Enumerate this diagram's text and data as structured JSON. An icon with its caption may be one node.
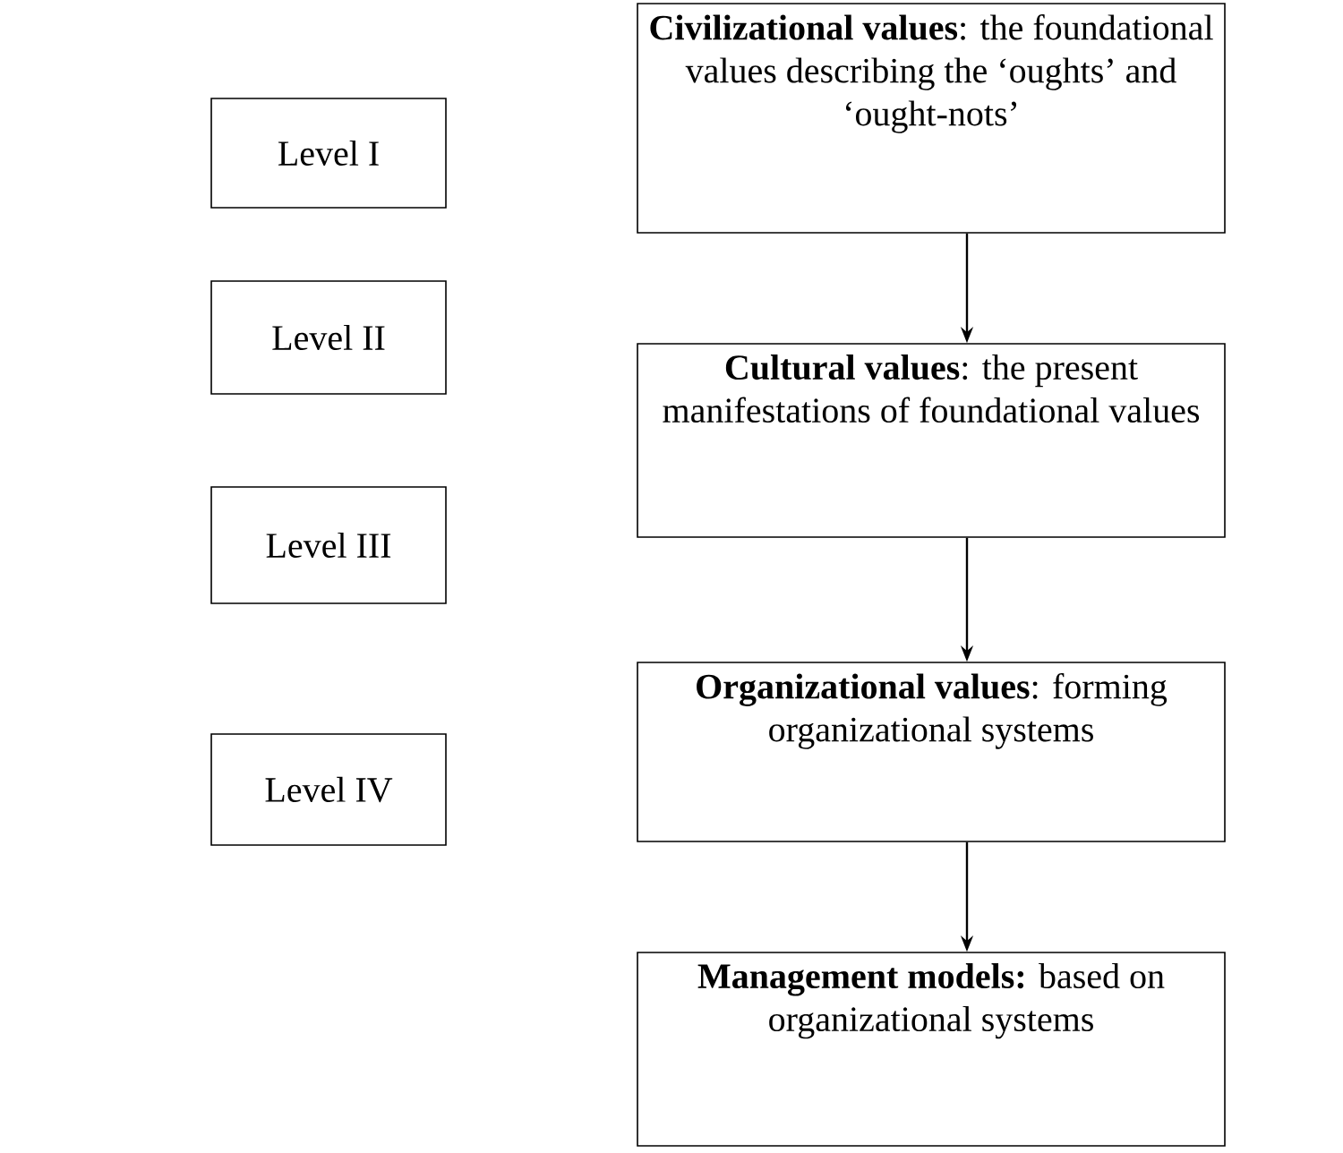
{
  "diagram": {
    "nodes": [
      {
        "text": [
          "Level I"
        ]
      },
      {
        "text": [
          "**Civilizational values**: the foundational values describing the ‘oughts’ and ‘ought-nots’"
        ]
      },
      {
        "text": [
          "Level II"
        ]
      },
      {
        "text": [
          "**Cultural values**: the present manifestations of foundational values"
        ]
      },
      {
        "text": [
          "Level III"
        ]
      },
      {
        "text": [
          "**Organizational values**: forming organizational systems"
        ]
      },
      {
        "text": [
          "Level IV"
        ]
      },
      {
        "text": [
          "**Management models:** based on organizational systems"
        ]
      }
    ],
    "edges": [
      {
        "from": 1,
        "to": 3,
        "arrow": "to"
      },
      {
        "from": 3,
        "to": 5,
        "arrow": "to"
      },
      {
        "from": 5,
        "to": 7,
        "arrow": "to"
      }
    ]
  }
}
